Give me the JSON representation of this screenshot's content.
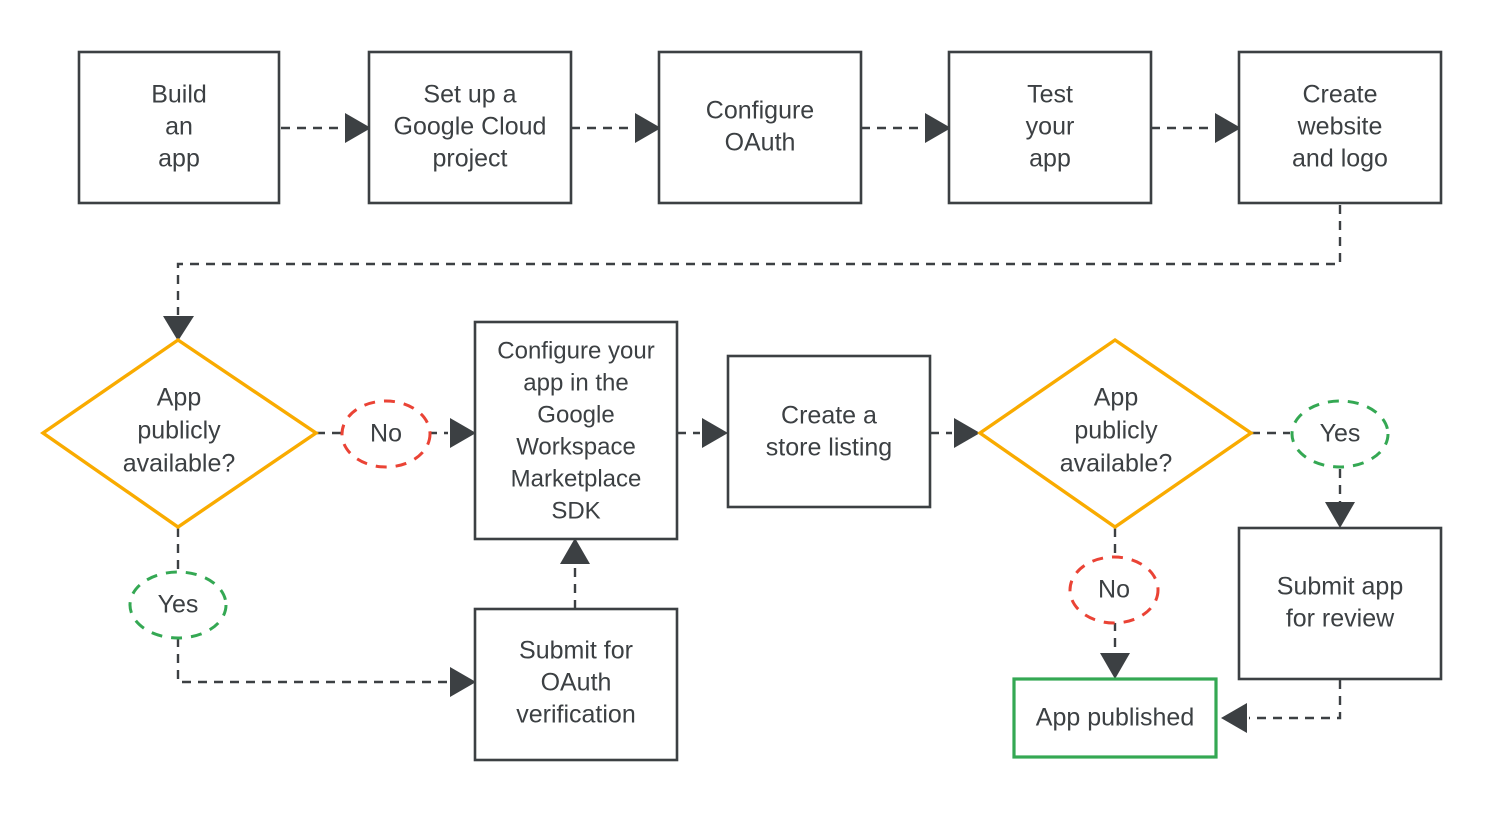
{
  "diagram": {
    "title": "Google Workspace Marketplace app publishing flow",
    "type": "flowchart",
    "colors": {
      "node_stroke": "#3c4043",
      "decision_stroke": "#f9ab00",
      "success_stroke": "#34a853",
      "yes_label_stroke": "#34a853",
      "no_label_stroke": "#ea4335",
      "edge_stroke": "#3c4043",
      "background": "#ffffff",
      "text": "#3c4043"
    },
    "nodes": [
      {
        "id": "build-an-app",
        "shape": "rectangle",
        "lines": [
          "Build",
          "an",
          "app"
        ]
      },
      {
        "id": "set-up-gcp-project",
        "shape": "rectangle",
        "lines": [
          "Set up a",
          "Google Cloud",
          "project"
        ]
      },
      {
        "id": "configure-oauth",
        "shape": "rectangle",
        "lines": [
          "Configure",
          "OAuth"
        ]
      },
      {
        "id": "test-your-app",
        "shape": "rectangle",
        "lines": [
          "Test",
          "your",
          "app"
        ]
      },
      {
        "id": "create-website-logo",
        "shape": "rectangle",
        "lines": [
          "Create",
          "website",
          "and logo"
        ]
      },
      {
        "id": "app-publicly-available-1",
        "shape": "diamond",
        "lines": [
          "App",
          "publicly",
          "available?"
        ]
      },
      {
        "id": "configure-app-sdk",
        "shape": "rectangle",
        "lines": [
          "Configure your",
          "app in the",
          "Google",
          "Workspace",
          "Marketplace",
          "SDK"
        ]
      },
      {
        "id": "create-store-listing",
        "shape": "rectangle",
        "lines": [
          "Create a",
          "store listing"
        ]
      },
      {
        "id": "app-publicly-available-2",
        "shape": "diamond",
        "lines": [
          "App",
          "publicly",
          "available?"
        ]
      },
      {
        "id": "submit-oauth-verification",
        "shape": "rectangle",
        "lines": [
          "Submit for",
          "OAuth",
          "verification"
        ]
      },
      {
        "id": "submit-app-for-review",
        "shape": "rectangle",
        "lines": [
          "Submit app",
          "for review"
        ]
      },
      {
        "id": "app-published",
        "shape": "rectangle-success",
        "lines": [
          "App published"
        ]
      }
    ],
    "edge_labels": [
      {
        "id": "no-1",
        "text": "No",
        "color": "#ea4335"
      },
      {
        "id": "yes-1",
        "text": "Yes",
        "color": "#34a853"
      },
      {
        "id": "yes-2",
        "text": "Yes",
        "color": "#34a853"
      },
      {
        "id": "no-2",
        "text": "No",
        "color": "#ea4335"
      }
    ],
    "edges": [
      {
        "from": "build-an-app",
        "to": "set-up-gcp-project",
        "label": ""
      },
      {
        "from": "set-up-gcp-project",
        "to": "configure-oauth",
        "label": ""
      },
      {
        "from": "configure-oauth",
        "to": "test-your-app",
        "label": ""
      },
      {
        "from": "test-your-app",
        "to": "create-website-logo",
        "label": ""
      },
      {
        "from": "create-website-logo",
        "to": "app-publicly-available-1",
        "label": ""
      },
      {
        "from": "app-publicly-available-1",
        "to": "configure-app-sdk",
        "label": "No"
      },
      {
        "from": "app-publicly-available-1",
        "to": "submit-oauth-verification",
        "label": "Yes"
      },
      {
        "from": "submit-oauth-verification",
        "to": "configure-app-sdk",
        "label": ""
      },
      {
        "from": "configure-app-sdk",
        "to": "create-store-listing",
        "label": ""
      },
      {
        "from": "create-store-listing",
        "to": "app-publicly-available-2",
        "label": ""
      },
      {
        "from": "app-publicly-available-2",
        "to": "submit-app-for-review",
        "label": "Yes"
      },
      {
        "from": "app-publicly-available-2",
        "to": "app-published",
        "label": "No"
      },
      {
        "from": "submit-app-for-review",
        "to": "app-published",
        "label": ""
      }
    ]
  },
  "text": {
    "build_l1": "Build",
    "build_l2": "an",
    "build_l3": "app",
    "gcp_l1": "Set up a",
    "gcp_l2": "Google Cloud",
    "gcp_l3": "project",
    "oauth_l1": "Configure",
    "oauth_l2": "OAuth",
    "test_l1": "Test",
    "test_l2": "your",
    "test_l3": "app",
    "website_l1": "Create",
    "website_l2": "website",
    "website_l3": "and logo",
    "decision1_l1": "App",
    "decision1_l2": "publicly",
    "decision1_l3": "available?",
    "sdk_l1": "Configure your",
    "sdk_l2": "app in the",
    "sdk_l3": "Google",
    "sdk_l4": "Workspace",
    "sdk_l5": "Marketplace",
    "sdk_l6": "SDK",
    "listing_l1": "Create a",
    "listing_l2": "store listing",
    "decision2_l1": "App",
    "decision2_l2": "publicly",
    "decision2_l3": "available?",
    "verify_l1": "Submit for",
    "verify_l2": "OAuth",
    "verify_l3": "verification",
    "review_l1": "Submit app",
    "review_l2": "for review",
    "published_l1": "App published",
    "label_no_1": "No",
    "label_yes_1": "Yes",
    "label_yes_2": "Yes",
    "label_no_2": "No"
  }
}
